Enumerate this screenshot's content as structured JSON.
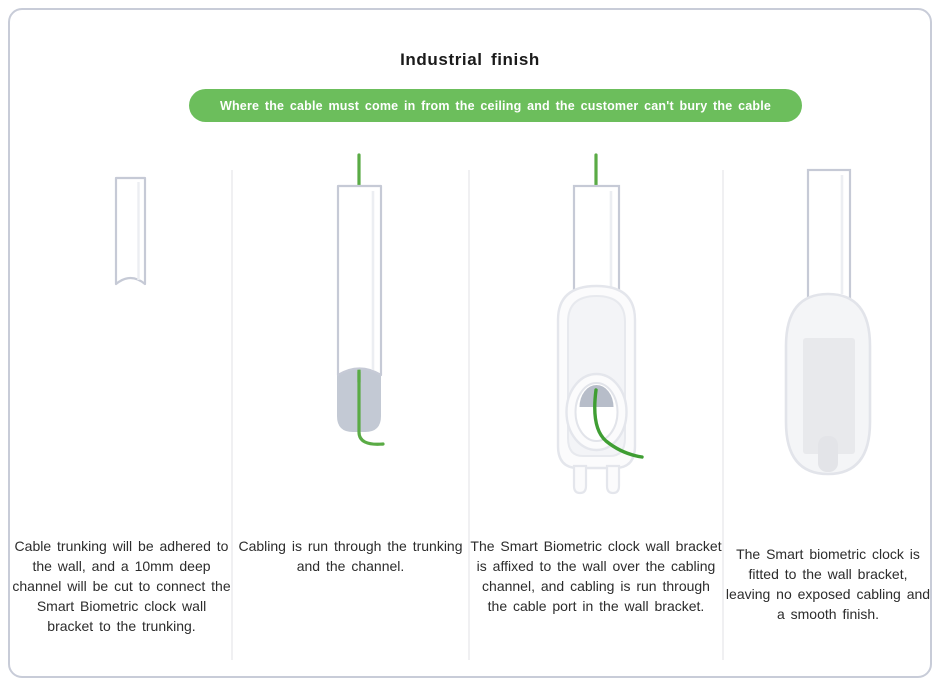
{
  "page": {
    "title": "Industrial  finish",
    "banner_text": "Where the cable must come in from the ceiling and the customer can't bury the cable",
    "banner_color": "#6cbe5c",
    "frame_border_color": "#c8ccd8",
    "divider_color": "#f0f0f2",
    "cable_color": "#5aab45",
    "outline_color": "#c6cad6",
    "channel_fill": "#c3c9d4",
    "device_fill": "#f4f5f7",
    "screen_fill": "#e8e9ec"
  },
  "steps": [
    {
      "id": "step-1",
      "illustration_name": "cable-trunking-with-channel-illustration",
      "caption": "Cable trunking will be adhered to the wall, and a 10mm deep channel will be cut to connect the Smart Biometric clock wall bracket to the trunking."
    },
    {
      "id": "step-2",
      "illustration_name": "cabling-run-through-trunking-illustration",
      "caption": "Cabling is run through the trunking and the channel."
    },
    {
      "id": "step-3",
      "illustration_name": "wall-bracket-affixed-illustration",
      "caption": "The Smart Biometric clock wall bracket is affixed to the wall over the cabling channel, and cabling is run through the cable port in the wall bracket."
    },
    {
      "id": "step-4",
      "illustration_name": "finished-biometric-clock-illustration",
      "caption": "The Smart biometric clock is fitted to the wall bracket, leaving no exposed cabling and a smooth finish."
    }
  ]
}
